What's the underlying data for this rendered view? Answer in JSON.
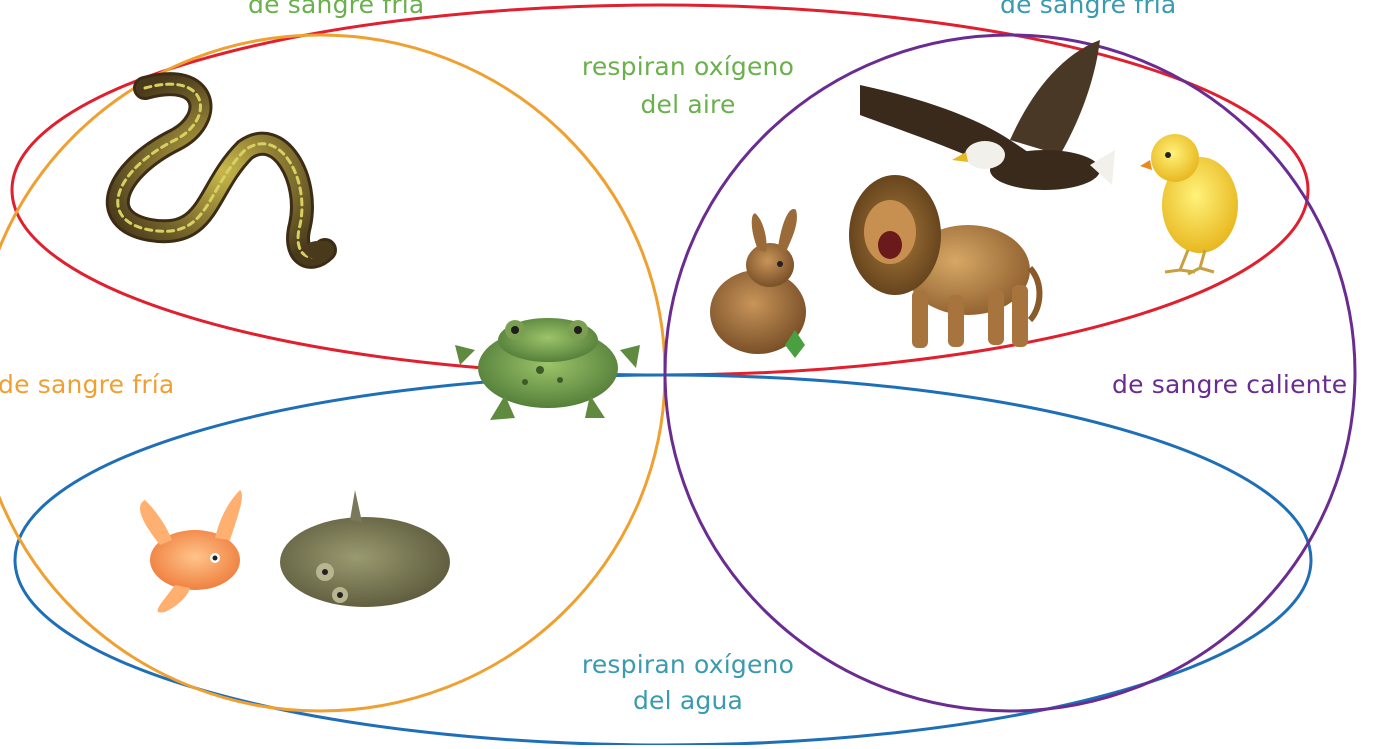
{
  "labels": {
    "top_left": "de sangre fría",
    "top_right": "de sangre fría",
    "left": "de sangre fría",
    "right": "de sangre caliente",
    "top_center_line1": "respiran oxígeno",
    "top_center_line2": "del aire",
    "bottom_center_line1": "respiran oxígeno",
    "bottom_center_line2": "del agua"
  },
  "colors": {
    "air_ellipse": "#e0202e",
    "water_ellipse": "#1f6fb8",
    "cold_blooded_ellipse": "#f0a030",
    "warm_blooded_ellipse": "#6a2c91",
    "label_green": "#6ab04c",
    "label_teal": "#3a9ab0",
    "label_orange": "#f0a030",
    "label_purple": "#6a2c91"
  },
  "animals": [
    "snake-icon",
    "eagle-icon",
    "chick-icon",
    "rabbit-icon",
    "lion-icon",
    "frog-icon",
    "goldfish-icon",
    "flatfish-icon"
  ]
}
